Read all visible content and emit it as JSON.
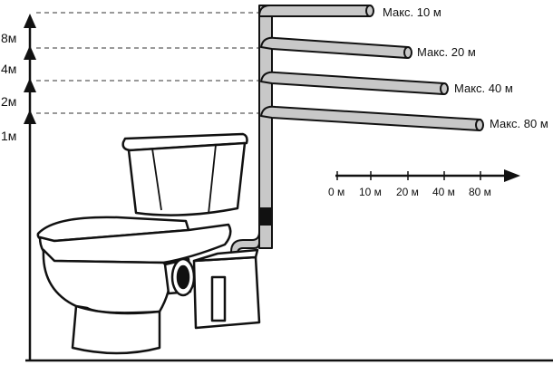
{
  "height_scale": {
    "labels": [
      "8м",
      "4м",
      "2м",
      "1м"
    ]
  },
  "pipe_limits": [
    {
      "label": "Макс. 10 м"
    },
    {
      "label": "Макс. 20 м"
    },
    {
      "label": "Макс. 40 м"
    },
    {
      "label": "Макс. 80 м"
    }
  ],
  "horizontal_scale": {
    "ticks": [
      "0 м",
      "10 м",
      "20 м",
      "40 м",
      "80 м"
    ]
  },
  "colors": {
    "line": "#111111",
    "pipe_fill": "#c8c8c8",
    "pipe_band": "#111111",
    "background": "#ffffff"
  }
}
